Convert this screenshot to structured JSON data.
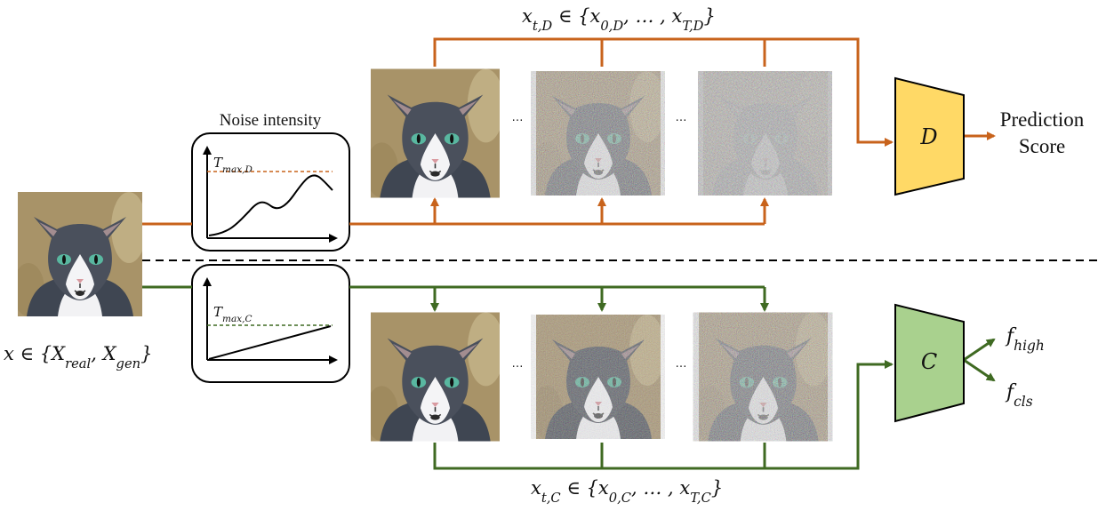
{
  "colors": {
    "discriminator_path": "#c8631c",
    "classifier_path": "#3f6a22",
    "discriminator_fill": "#ffd966",
    "classifier_fill": "#a9d18e",
    "separator": "#000000"
  },
  "input": {
    "image": "gray-white-cat-photo",
    "label_prefix": "x ∈ {",
    "real": "X",
    "real_sub": "real",
    "gen": "X",
    "gen_sub": "gen",
    "label_suffix": "}"
  },
  "noise_intensity_title": "Noise intensity",
  "top_branch": {
    "tmax_label": "T",
    "tmax_sub": "max,D",
    "sequence_label": "x",
    "sequence_sub": "t,D",
    "sequence_set": "∈ {x",
    "seq_first_sub": "0,D",
    "seq_mid": ", … , x",
    "seq_last_sub": "T,D",
    "seq_close": "}",
    "images": [
      "cat-clean",
      "cat-medium-noise",
      "cat-heavy-noise"
    ],
    "ellipsis": "…",
    "module_label": "D",
    "output_line1": "Prediction",
    "output_line2": "Score"
  },
  "bottom_branch": {
    "tmax_label": "T",
    "tmax_sub": "max,C",
    "sequence_label": "x",
    "sequence_sub": "t,C",
    "sequence_set": "∈ {x",
    "seq_first_sub": "0,C",
    "seq_mid": ", … , x",
    "seq_last_sub": "T,C",
    "seq_close": "}",
    "images": [
      "cat-clean",
      "cat-light-noise",
      "cat-medium-noise"
    ],
    "ellipsis": "…",
    "module_label": "C",
    "output_high": "f",
    "output_high_sub": "high",
    "output_cls": "f",
    "output_cls_sub": "cls"
  }
}
